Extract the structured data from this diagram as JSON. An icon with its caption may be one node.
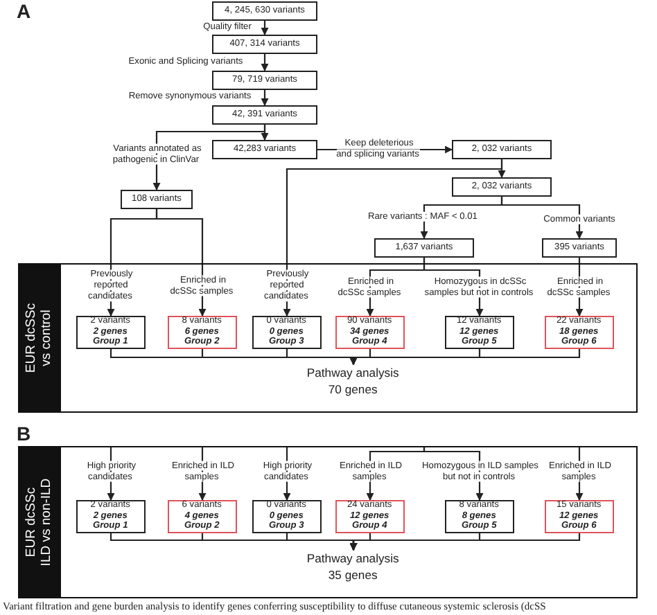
{
  "diagram": {
    "caption": "Variant filtration and gene burden analysis to identify genes conferring susceptibility to diffuse cutaneous systemic sclerosis (dcSS",
    "nodes": [
      {
        "text": [
          "4, 245, 630 variants"
        ]
      },
      {
        "text": [
          "407, 314 variants"
        ]
      },
      {
        "text": [
          "79, 719 variants"
        ]
      },
      {
        "text": [
          "42, 391 variants"
        ]
      },
      {
        "text": [
          "42,283 variants"
        ]
      },
      {
        "text": [
          "2, 032 variants"
        ]
      },
      {
        "text": [
          "2, 032 variants"
        ]
      },
      {
        "text": [
          "108 variants"
        ]
      },
      {
        "text": [
          "1,637 variants"
        ]
      },
      {
        "text": [
          "395 variants"
        ]
      },
      {
        "text": [
          "EUR dcSSc vs control"
        ]
      },
      {
        "text": [
          "2 variants",
          "2 genes",
          "Group 1"
        ],
        "in": 10
      },
      {
        "text": [
          "8 variants",
          "6 genes",
          "Group 2"
        ],
        "in": 10
      },
      {
        "text": [
          "0 variants",
          "0 genes",
          "Group 3"
        ],
        "in": 10
      },
      {
        "text": [
          "90 variants",
          "34 genes",
          "Group 4"
        ],
        "in": 10
      },
      {
        "text": [
          "12 variants",
          "12 genes",
          "Group 5"
        ],
        "in": 10
      },
      {
        "text": [
          "22 variants",
          "18 genes",
          "Group 6"
        ],
        "in": 10
      },
      {
        "text": [
          "Pathway analysis",
          "70 genes"
        ],
        "in": 10
      },
      {
        "text": [
          "EUR dcSSc ILD vs non-ILD"
        ]
      },
      {
        "text": [
          "2 variants",
          "2 genes",
          "Group 1"
        ],
        "in": 18
      },
      {
        "text": [
          "6 variants",
          "4 genes",
          "Group 2"
        ],
        "in": 18
      },
      {
        "text": [
          "0 variants",
          "0 genes",
          "Group 3"
        ],
        "in": 18
      },
      {
        "text": [
          "24 variants",
          "12 genes",
          "Group 4"
        ],
        "in": 18
      },
      {
        "text": [
          "8 variants",
          "8 genes",
          "Group 5"
        ],
        "in": 18
      },
      {
        "text": [
          "15 variants",
          "12 genes",
          "Group 6"
        ],
        "in": 18
      },
      {
        "text": [
          "Pathway analysis",
          "35 genes"
        ],
        "in": 18
      }
    ],
    "edges": [
      {
        "from": 0,
        "to": 1,
        "arrow": "to",
        "label": "Quality filter"
      },
      {
        "from": 1,
        "to": 2,
        "arrow": "to",
        "label": "Exonic and Splicing variants"
      },
      {
        "from": 2,
        "to": 3,
        "arrow": "to",
        "label": "Remove synonymous variants"
      },
      {
        "from": 3,
        "to": 4,
        "arrow": "to"
      },
      {
        "from": 3,
        "to": 7,
        "arrow": "to",
        "label": "Variants annotated as pathogenic in ClinVar"
      },
      {
        "from": 4,
        "to": 5,
        "arrow": "to",
        "label": "Keep deleterious and splicing variants"
      },
      {
        "from": 5,
        "to": 6,
        "arrow": "to"
      },
      {
        "from": 5,
        "to": 13,
        "arrow": "to",
        "label": "Previously reported candidates"
      },
      {
        "from": 6,
        "to": 8,
        "arrow": "to",
        "label": "Rare variants : MAF < 0.01"
      },
      {
        "from": 6,
        "to": 9,
        "arrow": "to",
        "label": "Common variants"
      },
      {
        "from": 7,
        "to": 11,
        "arrow": "to",
        "label": "Previously reported candidates"
      },
      {
        "from": 7,
        "to": 12,
        "arrow": "to",
        "label": "Enriched in dcSSc samples"
      },
      {
        "from": 8,
        "to": 14,
        "arrow": "to",
        "label": "Enriched in dcSSc samples"
      },
      {
        "from": 8,
        "to": 15,
        "arrow": "to",
        "label": "Homozygous in dcSSc samples but not in controls"
      },
      {
        "from": 9,
        "to": 16,
        "arrow": "to",
        "label": "Enriched in dcSSc samples"
      },
      {
        "from": 11,
        "to": 17,
        "arrow": "to"
      },
      {
        "from": 12,
        "to": 17,
        "arrow": "to"
      },
      {
        "from": 13,
        "to": 17,
        "arrow": "to"
      },
      {
        "from": 14,
        "to": 17,
        "arrow": "to"
      },
      {
        "from": 15,
        "to": 17,
        "arrow": "to"
      },
      {
        "from": 16,
        "to": 17,
        "arrow": "to"
      },
      {
        "from": null,
        "to": 19,
        "arrow": "to",
        "label": "High priority candidates"
      },
      {
        "from": null,
        "to": 20,
        "arrow": "to",
        "label": "Enriched in ILD samples"
      },
      {
        "from": null,
        "to": 21,
        "arrow": "to",
        "label": "High priority candidates"
      },
      {
        "from": null,
        "to": 22,
        "arrow": "to",
        "label": "Enriched in ILD samples"
      },
      {
        "from": null,
        "to": 23,
        "arrow": "to",
        "label": "Homozygous in ILD samples but not in controls"
      },
      {
        "from": null,
        "to": 24,
        "arrow": "to",
        "label": "Enriched in ILD samples"
      },
      {
        "from": 19,
        "to": 25,
        "arrow": "to"
      },
      {
        "from": 20,
        "to": 25,
        "arrow": "to"
      },
      {
        "from": 21,
        "to": 25,
        "arrow": "to"
      },
      {
        "from": 22,
        "to": 25,
        "arrow": "to"
      },
      {
        "from": 23,
        "to": 25,
        "arrow": "to"
      },
      {
        "from": 24,
        "to": 25,
        "arrow": "to"
      }
    ],
    "labels": [
      "A",
      "B"
    ]
  }
}
